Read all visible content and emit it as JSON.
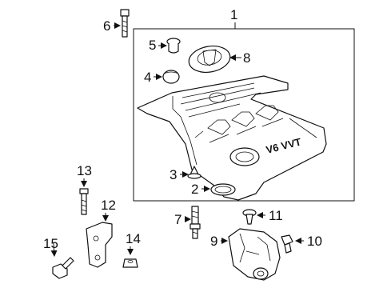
{
  "callouts": {
    "c1": "1",
    "c2": "2",
    "c3": "3",
    "c4": "4",
    "c5": "5",
    "c6": "6",
    "c7": "7",
    "c8": "8",
    "c9": "9",
    "c10": "10",
    "c11": "11",
    "c12": "12",
    "c13": "13",
    "c14": "14",
    "c15": "15"
  },
  "cover_badge": "V6 VVT"
}
